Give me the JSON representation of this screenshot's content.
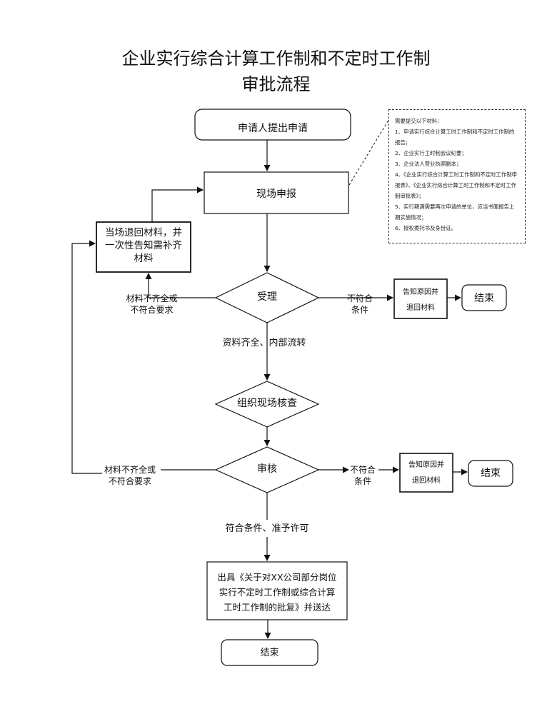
{
  "title": {
    "line1": "企业实行综合计算工作制和不定时工作制",
    "line2": "审批流程"
  },
  "nodes": {
    "apply": "申请人提出申请",
    "onsite": "现场申报",
    "accept": "受理",
    "organize": "组织现场核查",
    "review": "审核",
    "return_line1": "当场退回材料，并",
    "return_line2": "一次性告知需补齐",
    "return_line3": "材料",
    "reason1_line1": "告知原因并",
    "reason1_line2": "退回材料",
    "end1": "结束",
    "reason2_line1": "告知原因并",
    "reason2_line2": "退回材料",
    "end2": "结束",
    "issue_line1": "出具《关于对XX公司部分岗位",
    "issue_line2": "实行不定时工作制或综合计算",
    "issue_line3": "工时工作制的批复》并送达",
    "end3": "结束"
  },
  "labels": {
    "incomplete1_line1": "材料不齐全或",
    "incomplete1_line2": "不符合要求",
    "notmeet1_line1": "不符合",
    "notmeet1_line2": "条件",
    "complete": "资料齐全、内部流转",
    "incomplete2_line1": "材料不齐全或",
    "incomplete2_line2": "不符合要求",
    "notmeet2_line1": "不符合",
    "notmeet2_line2": "条件",
    "approved": "符合条件、准予许可"
  },
  "note": {
    "header": "需要提交以下材料：",
    "items": [
      "1、申请实行综合计算工时工作制和不定时工作制的报告；",
      "2、企业实行工时制会议纪要；",
      "3、企业法人营业执照副本；",
      "4、《企业实行综合计算工时工作制和不定时工作制申报表》、《企业实行综合计算工时工作制和不定时工作制审批表》；",
      "5、实行期满需要再次申请的单位，应当书面报告上期实施情况；",
      "6、授权委托书及身份证。"
    ]
  }
}
